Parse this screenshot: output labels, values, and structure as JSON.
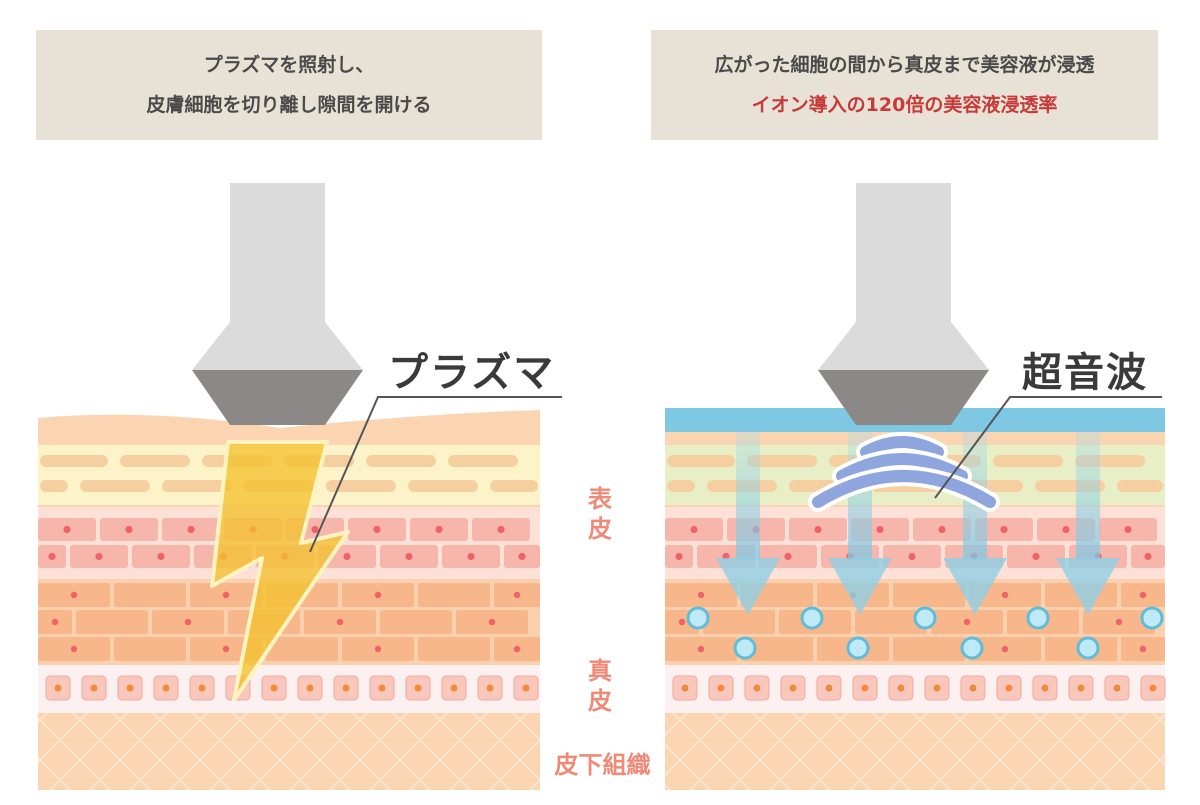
{
  "captions": {
    "left": {
      "line1": "プラズマを照射し、",
      "line2": "皮膚細胞を切り離し隙間を開ける"
    },
    "right": {
      "line1": "広がった細胞の間から真皮まで美容液が浸透",
      "line2": "イオン導入の120倍の美容液浸透率"
    }
  },
  "devices": {
    "left_label": "プラズマ",
    "right_label": "超音波"
  },
  "layers": {
    "epidermis": "表皮",
    "dermis": "真皮",
    "subcutaneous": "皮下組織"
  },
  "icons": {
    "left": "lightning-bolt-icon",
    "right": "ultrasound-wave-icon"
  },
  "colors": {
    "caption_bg": "#e8e1d5",
    "highlight_text": "#c73a3a",
    "layer_label": "#f08a78",
    "serum_layer": "#7ec8e3",
    "bolt": "#f3c22e"
  }
}
